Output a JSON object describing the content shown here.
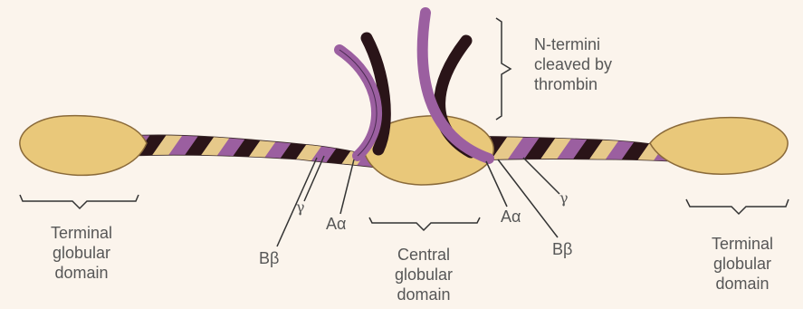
{
  "labels": {
    "n_termini": [
      "N-termini",
      "cleaved by",
      "thrombin"
    ],
    "terminal_left": [
      "Terminal",
      "globular",
      "domain"
    ],
    "terminal_right": [
      "Terminal",
      "globular",
      "domain"
    ],
    "central": [
      "Central",
      "globular",
      "domain"
    ],
    "gamma_left": "γ",
    "alpha_left": "Aα",
    "beta_left": "Bβ",
    "gamma_right": "γ",
    "alpha_right": "Aα",
    "beta_right": "Bβ"
  },
  "colors": {
    "background": "#fbf4ec",
    "globule": "#e9c87a",
    "globule_outline": "#8a6a3a",
    "alpha_chain": "#9b5fa0",
    "beta_chain": "#2a1418",
    "gamma_chain": "#e6c98a",
    "label_text": "#575757"
  }
}
